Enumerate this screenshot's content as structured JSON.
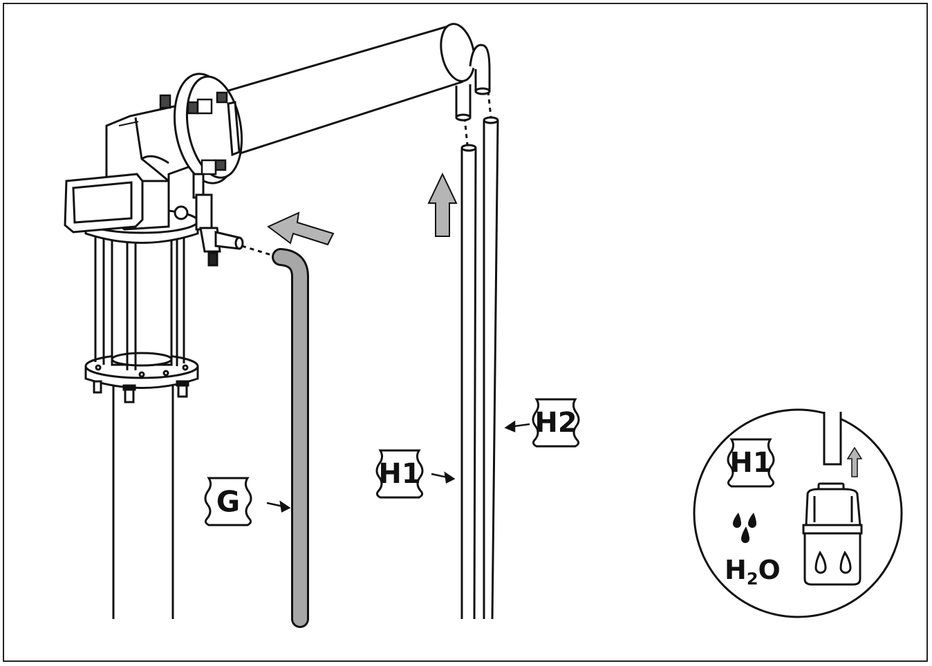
{
  "labels": {
    "g": "G",
    "h1": "H1",
    "h2": "H2"
  },
  "inset": {
    "label": "H1",
    "water_text": "H",
    "water_sub": "2",
    "water_tail": "O"
  },
  "colors": {
    "ink": "#111111",
    "hose_fill": "#a7a7a7",
    "arrow_fill": "#b5b5b5",
    "background": "#ffffff"
  },
  "icons": [
    "flow-arrow-icon",
    "water-drops-icon",
    "hose-connector-icon"
  ]
}
